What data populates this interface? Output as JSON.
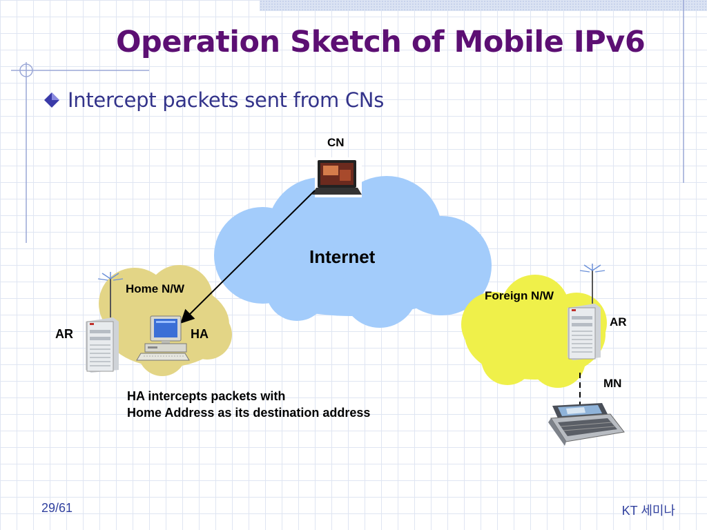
{
  "slide": {
    "title": "Operation Sketch of Mobile IPv6",
    "bullet": "Intercept packets sent from CNs",
    "footer_page": "29/61",
    "footer_brand": "KT 세미나"
  },
  "diagram": {
    "labels": {
      "cn": "CN",
      "internet": "Internet",
      "home_nw": "Home N/W",
      "foreign_nw": "Foreign N/W",
      "ar_home": "AR",
      "ha": "HA",
      "ar_foreign": "AR",
      "mn": "MN"
    },
    "description": {
      "line1": "HA intercepts packets with",
      "line2": "Home Address as its destination address"
    },
    "colors": {
      "title": "#5c0f73",
      "bullet_text": "#33338a",
      "internet_cloud": "#a3ccfb",
      "home_cloud": "#e3d586",
      "foreign_cloud": "#eff04a"
    }
  }
}
